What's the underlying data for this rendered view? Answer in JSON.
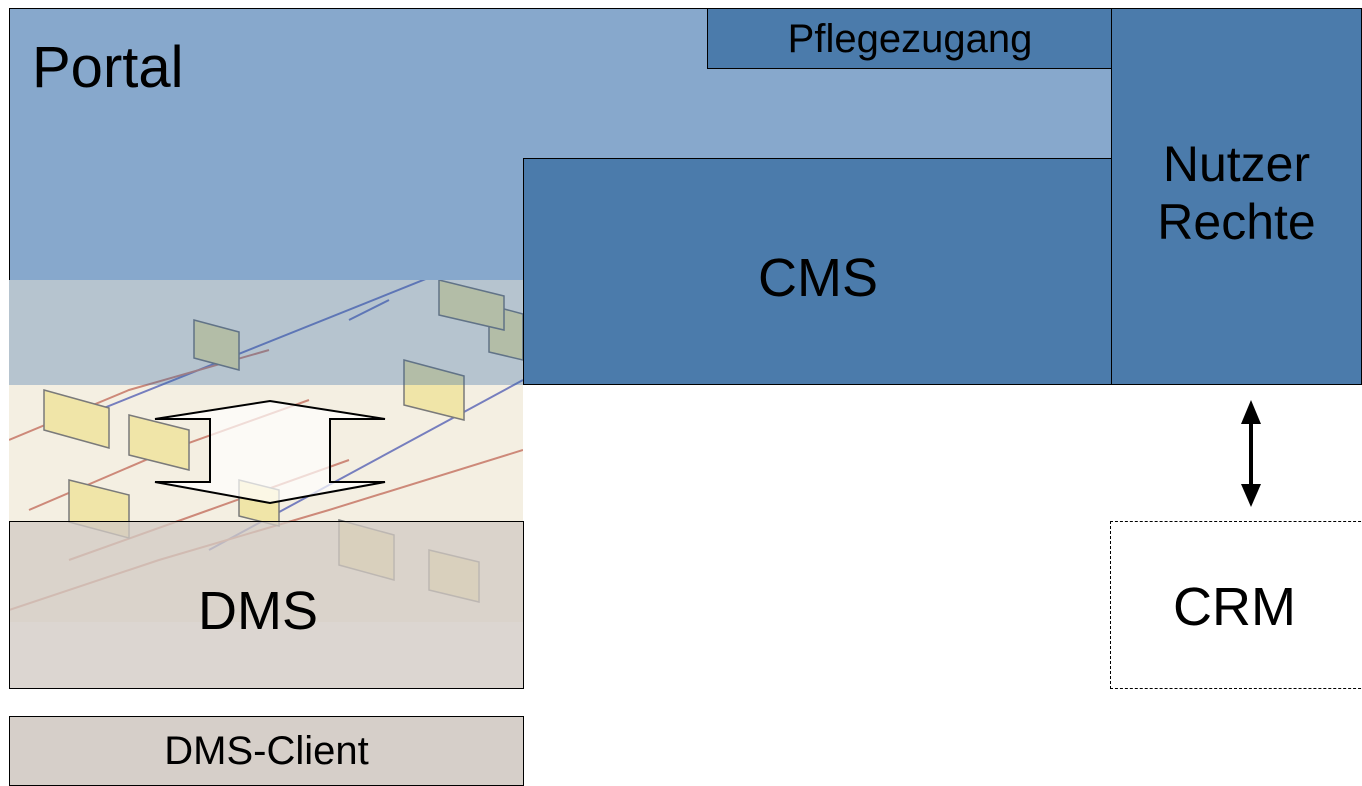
{
  "diagram": {
    "portal_label": "Portal",
    "pflegezugang_label": "Pflegezugang",
    "cms_label": "CMS",
    "nutzer_line1": "Nutzer",
    "nutzer_line2": "Rechte",
    "dms_label": "DMS",
    "dms_client_label": "DMS-Client",
    "crm_label": "CRM"
  },
  "colors": {
    "portal": "#87a8cc",
    "module_blue": "#4b7bab",
    "dms_gray": "#d6cfc9"
  }
}
